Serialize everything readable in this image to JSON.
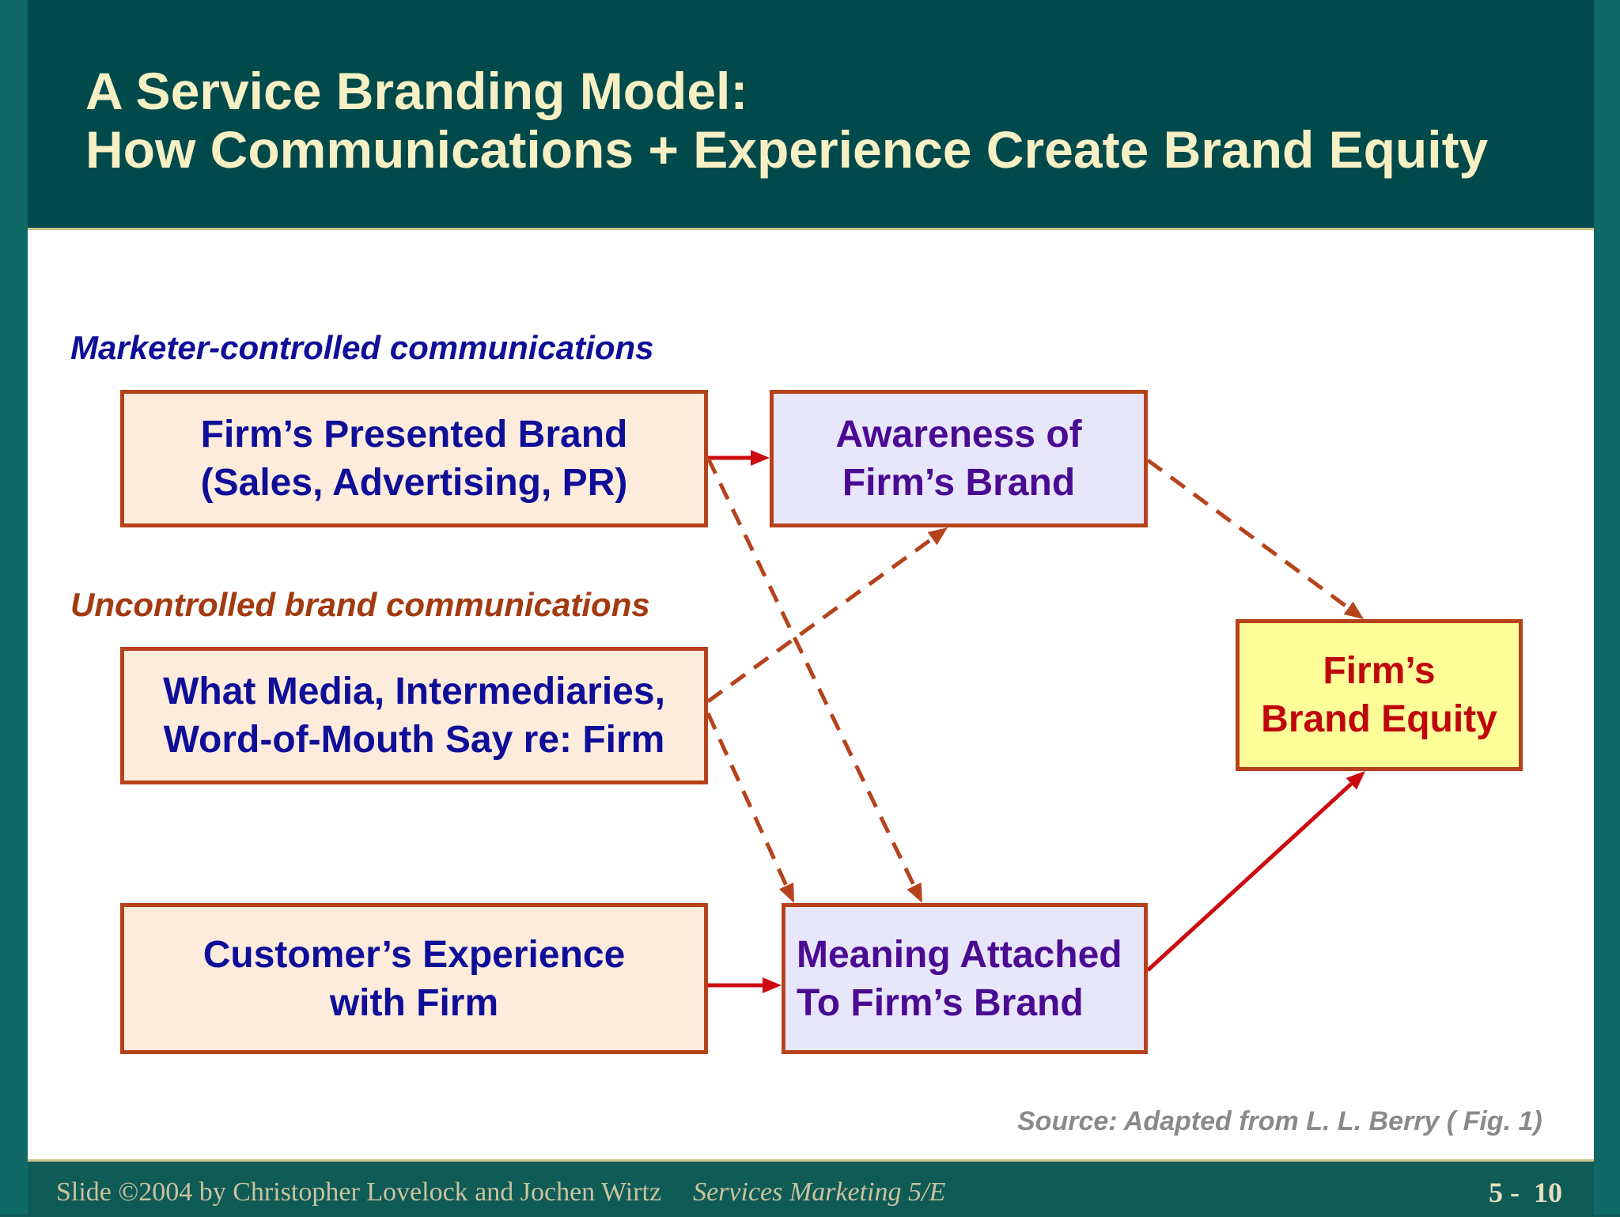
{
  "slide": {
    "title": "A Service Branding Model:\nHow Communications + Experience Create Brand Equity",
    "section_labels": {
      "marketer": "Marketer-controlled communications",
      "uncontrolled": "Uncontrolled brand communications"
    },
    "boxes": {
      "presented": "Firm’s Presented Brand\n(Sales, Advertising, PR)",
      "media": "What Media, Intermediaries,\nWord-of-Mouth Say re: Firm",
      "experience": "Customer’s Experience\nwith Firm",
      "awareness": "Awareness of\nFirm’s Brand",
      "meaning": "Meaning Attached\nTo Firm’s Brand",
      "equity": "Firm’s\nBrand Equity"
    },
    "source": "Source:  Adapted from L. L. Berry ( Fig. 1)",
    "footer": {
      "credit": "Slide ©2004  by Christopher Lovelock and Jochen Wirtz",
      "book": "Services Marketing 5/E",
      "page": "5 -  10"
    }
  },
  "links": [
    {
      "from": "Firm’s Presented Brand",
      "to": "Awareness of Firm’s Brand",
      "style": "solid"
    },
    {
      "from": "Firm’s Presented Brand",
      "to": "Meaning Attached To Firm’s Brand",
      "style": "dashed"
    },
    {
      "from": "What Media, Intermediaries, Word-of-Mouth Say re: Firm",
      "to": "Awareness of Firm’s Brand",
      "style": "dashed"
    },
    {
      "from": "What Media, Intermediaries, Word-of-Mouth Say re: Firm",
      "to": "Meaning Attached To Firm’s Brand",
      "style": "dashed"
    },
    {
      "from": "Customer’s Experience with Firm",
      "to": "Meaning Attached To Firm’s Brand",
      "style": "solid"
    },
    {
      "from": "Awareness of Firm’s Brand",
      "to": "Firm’s Brand Equity",
      "style": "dashed"
    },
    {
      "from": "Meaning Attached To Firm’s Brand",
      "to": "Firm’s Brand Equity",
      "style": "solid"
    }
  ],
  "colors": {
    "header_bg": "#004a4c",
    "frame_teal": "#0f5b55",
    "title_text": "#f6f0c4",
    "box_border": "#b6421b",
    "peach_fill": "#fdebdc",
    "lavender_fill": "#e8e6fb",
    "yellow_fill": "#ffff9a",
    "solid_arrow": "#cc0a10",
    "dashed_arrow": "#b6421b"
  }
}
